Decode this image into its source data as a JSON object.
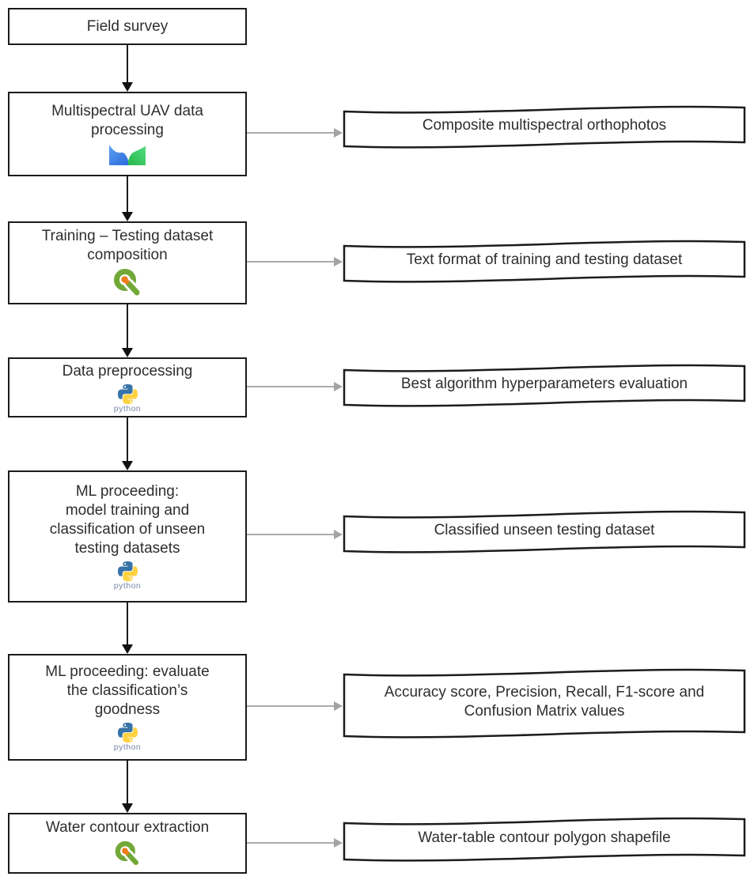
{
  "diagram": {
    "steps": [
      {
        "label": "Field survey",
        "tool": "none"
      },
      {
        "label": "Multispectral UAV data\nprocessing",
        "tool": "metashape"
      },
      {
        "label": "Training – Testing dataset\ncomposition",
        "tool": "qgis"
      },
      {
        "label": "Data preprocessing",
        "tool": "python"
      },
      {
        "label": "ML proceeding:\nmodel training and\nclassification of unseen\ntesting datasets",
        "tool": "python"
      },
      {
        "label": "ML proceeding: evaluate\nthe classification’s\ngoodness",
        "tool": "python"
      },
      {
        "label": "Water contour extraction",
        "tool": "qgis"
      }
    ],
    "outputs": [
      {
        "label": "Composite multispectral orthophotos"
      },
      {
        "label": "Text format of training and testing dataset"
      },
      {
        "label": "Best algorithm hyperparameters evaluation"
      },
      {
        "label": "Classified unseen testing dataset"
      },
      {
        "label": "Accuracy score, Precision, Recall, F1-score and\nConfusion Matrix values"
      },
      {
        "label": "Water-table contour polygon shapefile"
      }
    ],
    "python_wordmark": "python",
    "colors": {
      "line_black": "#1b1b1b",
      "connector_gray": "#a6a6a6",
      "qgis_green": "#71a837",
      "qgis_orange": "#ee7d1d",
      "python_blue": "#3873a7",
      "python_yellow": "#ffd23f",
      "python_wordmark_gray": "#7a86a8",
      "metashape_blue_light": "#5fa2ee",
      "metashape_blue_dark": "#2f6fdf",
      "metashape_green_light": "#53da7f",
      "metashape_green_dark": "#28b84a"
    }
  }
}
